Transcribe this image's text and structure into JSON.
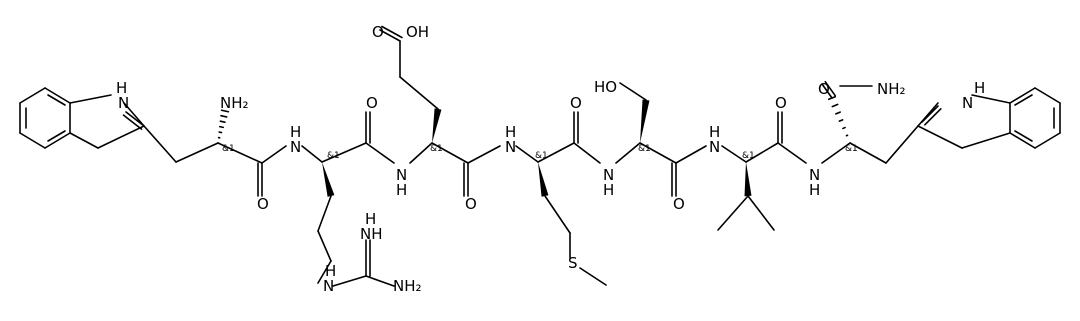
{
  "molecule": {
    "atom_labels": {
      "indole1_nh": "H",
      "indole1_n": "N",
      "trp1_amine": "NH₂",
      "amide1_n": "N",
      "amide1_h": "H",
      "carbonyl1_o": "O",
      "arg_carbonyl_o": "O",
      "guan_nh": "NH",
      "guan_nh_h": "H",
      "guan_amine": "NH₂",
      "guan_n": "N",
      "guan_n_h": "H",
      "amide2_n": "N",
      "amide2_h": "H",
      "acid_oh": "OH",
      "acid_o": "O",
      "glu_carbonyl_o": "O",
      "amide3_n": "N",
      "amide3_h": "H",
      "met_s": "S",
      "met_carbonyl_o": "O",
      "amide4_n": "N",
      "amide4_h": "H",
      "ser_ho": "HO",
      "ser_carbonyl_o": "O",
      "amide5_n": "N",
      "amide5_h": "H",
      "val_carbonyl_o": "O",
      "amide6_n": "N",
      "amide6_h": "H",
      "terminal_o": "O",
      "terminal_nh2": "NH₂",
      "indole2_nh": "H",
      "indole2_n": "N"
    },
    "stereo_label": "&1"
  }
}
